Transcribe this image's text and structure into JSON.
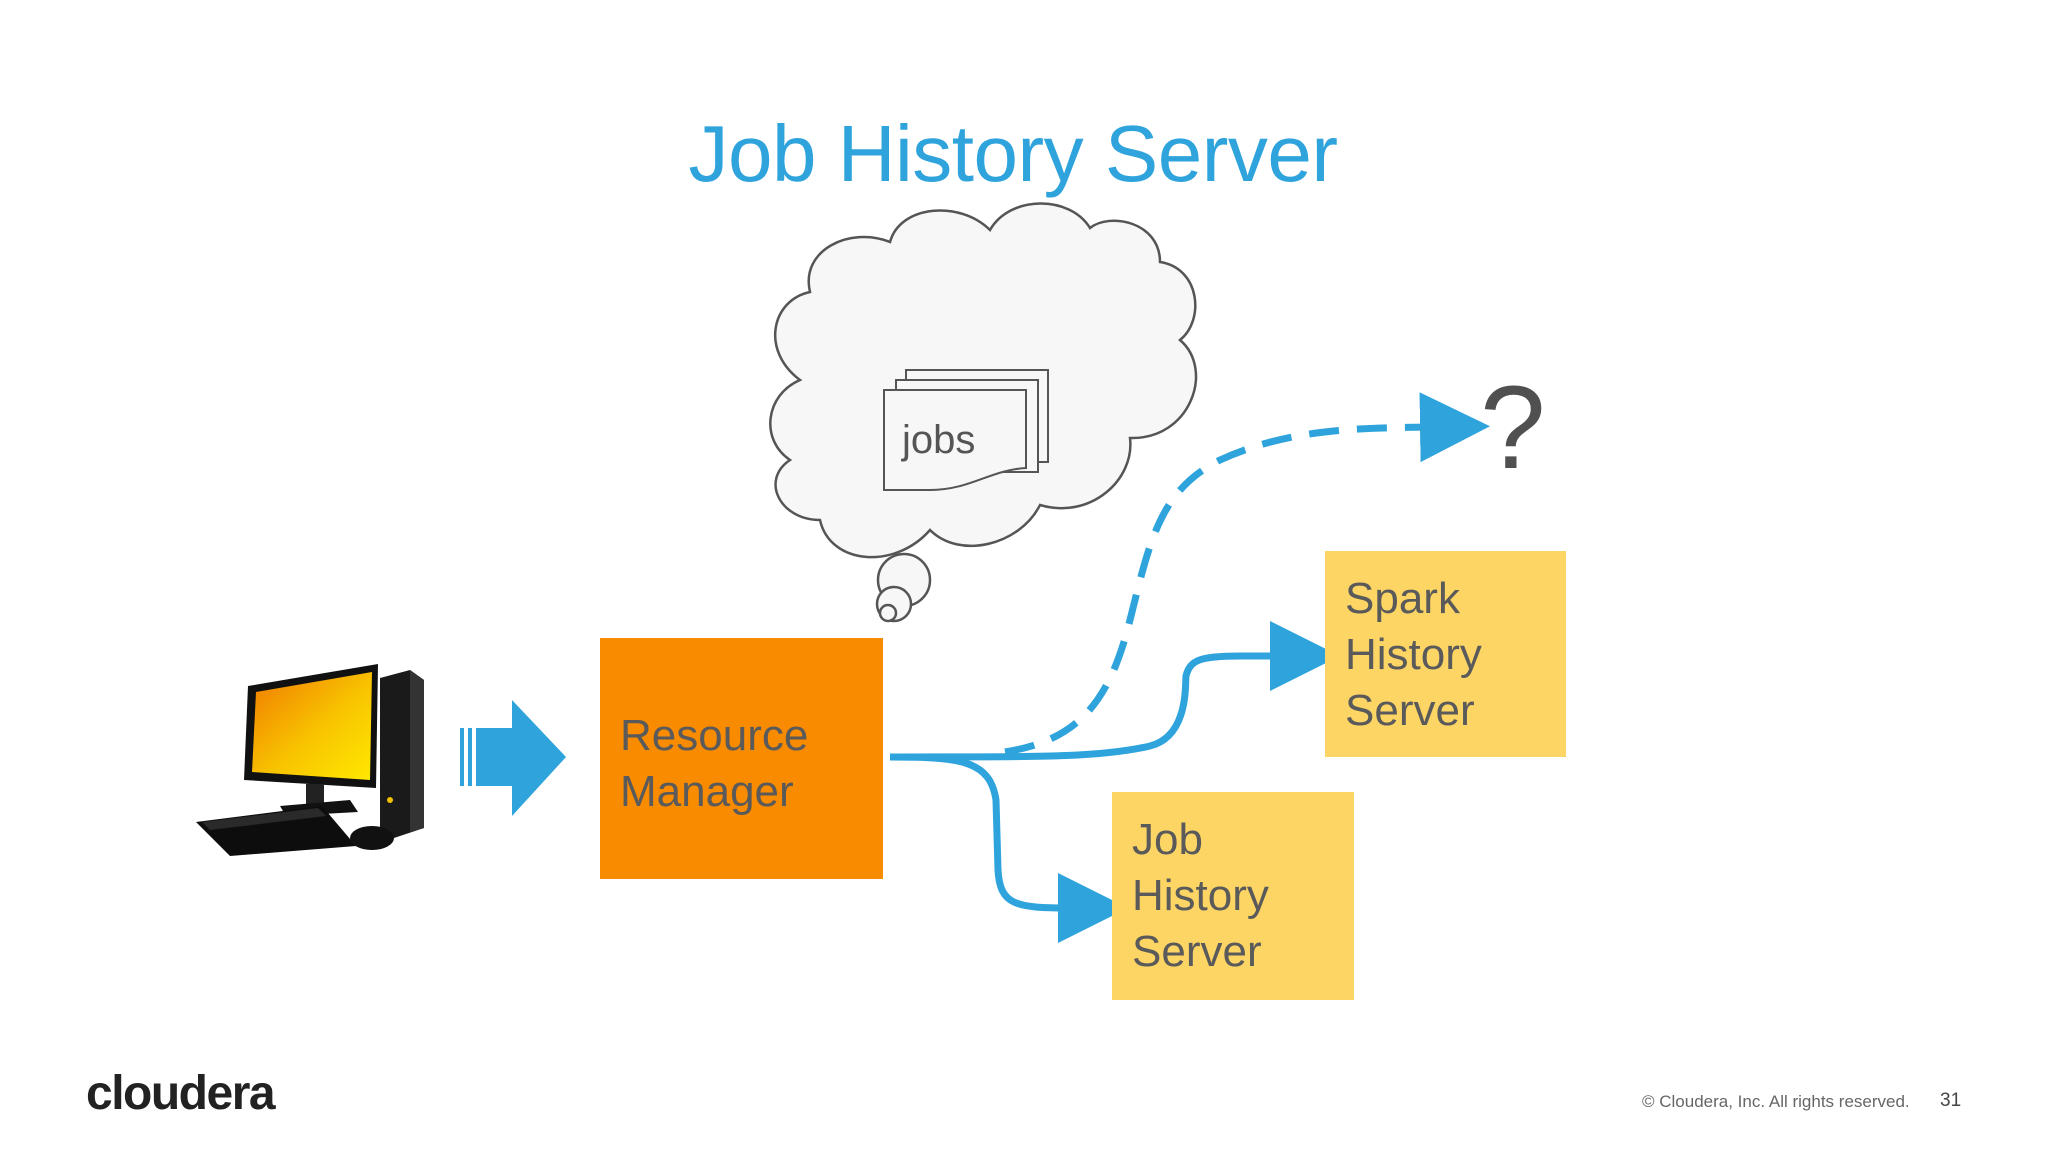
{
  "slide": {
    "title": "Job History Server",
    "cloud_label": "jobs",
    "question_mark": "?",
    "resource_manager": {
      "line1": "Resource",
      "line2": "Manager"
    },
    "spark_history_server": {
      "line1": "Spark",
      "line2": "History",
      "line3": "Server"
    },
    "job_history_server": {
      "line1": "Job",
      "line2": "History",
      "line3": "Server"
    },
    "logo": "cloudera",
    "copyright": "© Cloudera, Inc. All rights reserved.",
    "page_number": "31"
  },
  "colors": {
    "title": "#2ea3dc",
    "arrow": "#2ea3dc",
    "resource_manager": "#f98b00",
    "history_boxes": "#fdd565",
    "text": "#5a5a5a"
  },
  "icons": [
    "desktop-computer-icon",
    "thought-cloud-icon",
    "document-stack-icon",
    "block-arrow-icon"
  ]
}
